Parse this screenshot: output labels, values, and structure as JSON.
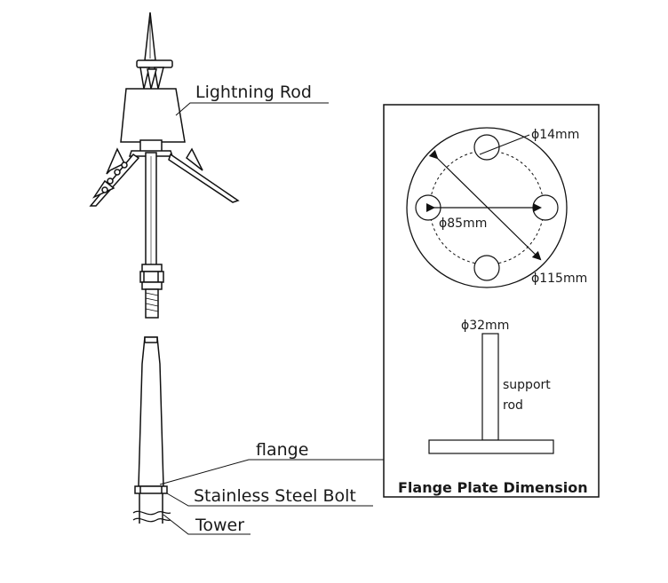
{
  "labels": {
    "lightning_rod": "Lightning Rod",
    "flange": "flange",
    "bolt": "Stainless Steel Bolt",
    "tower": "Tower"
  },
  "flange_panel": {
    "title": "Flange Plate Dimension",
    "hole_dia": "ϕ14mm",
    "bolt_circle_dia": "ϕ85mm",
    "outer_dia": "ϕ115mm",
    "rod_dia": "ϕ32mm",
    "support_rod_line1": "support",
    "support_rod_line2": "rod"
  }
}
